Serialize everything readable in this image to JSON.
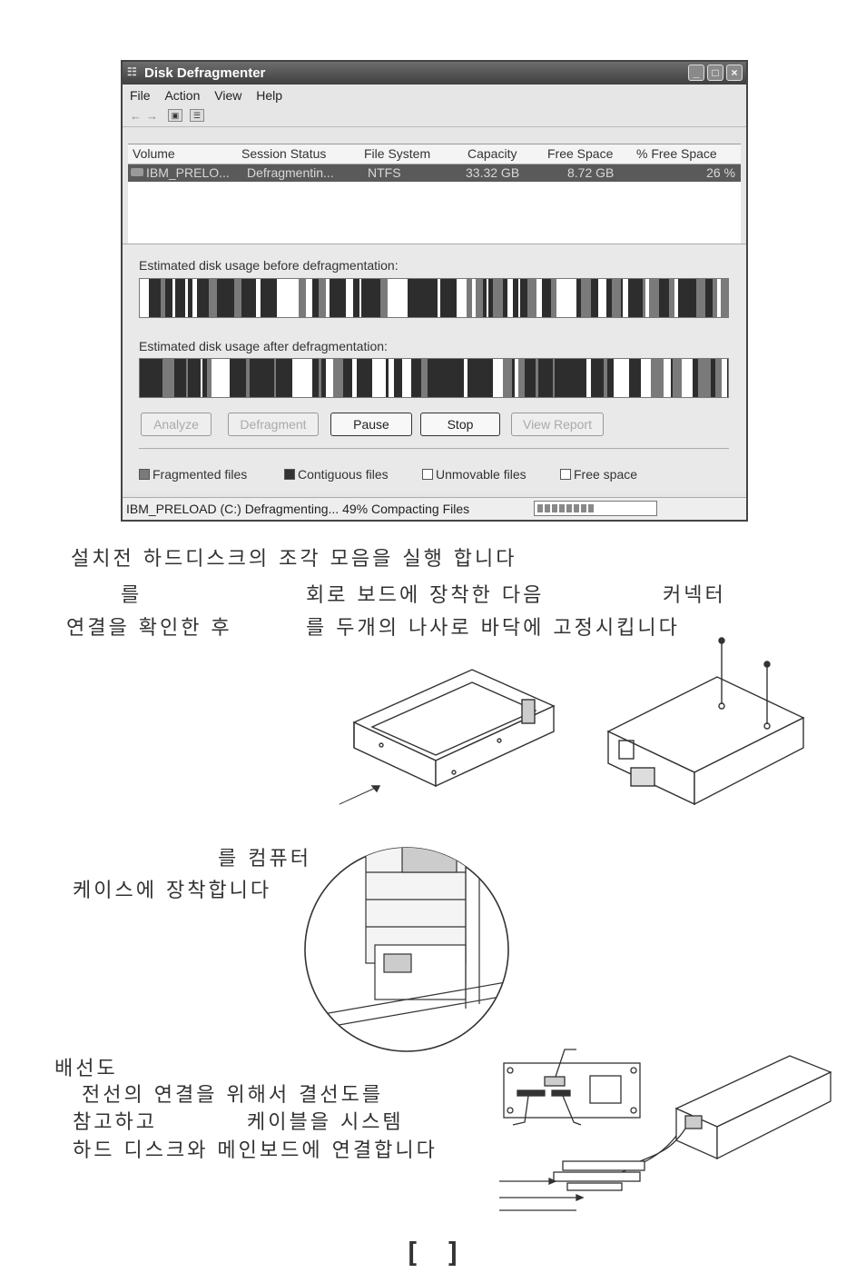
{
  "window": {
    "title": "Disk Defragmenter",
    "menu": [
      "File",
      "Action",
      "View",
      "Help"
    ],
    "columns": [
      "Volume",
      "Session Status",
      "File System",
      "Capacity",
      "Free Space",
      "% Free Space"
    ],
    "row": [
      "IBM_PRELO...",
      "Defragmentin...",
      "NTFS",
      "33.32 GB",
      "8.72 GB",
      "26 %"
    ],
    "before_label": "Estimated disk usage before defragmentation:",
    "after_label": "Estimated disk usage after defragmentation:",
    "buttons": [
      "Analyze",
      "Defragment",
      "Pause",
      "Stop",
      "View Report"
    ],
    "legend": [
      "Fragmented files",
      "Contiguous files",
      "Unmovable files",
      "Free space"
    ],
    "status": "IBM_PRELOAD (C:) Defragmenting... 49%  Compacting Files",
    "progress": 0.49
  },
  "instructions": {
    "step1_line1": "설치전  하드디스크의 조각 모음을 실행 합니다",
    "step1_line2a": "를",
    "step1_line2b": "회로 보드에 장착한 다음",
    "step1_line2c": "커넥터",
    "step1_line3a": "연결을 확인한 후",
    "step1_line3b": "를 두개의 나사로 바닥에 고정시킵니다",
    "step2_line1": "를 컴퓨터",
    "step2_line2": "케이스에 장착합니다",
    "step3_title": "배선도",
    "step3_line1": "전선의 연결을 위해서 결선도를",
    "step3_line2a": "참고하고",
    "step3_line2b": "케이블을 시스템",
    "step3_line3": "하드 디스크와 메인보드에 연결합니다"
  },
  "page_bracket_left": "[",
  "page_bracket_right": "]"
}
